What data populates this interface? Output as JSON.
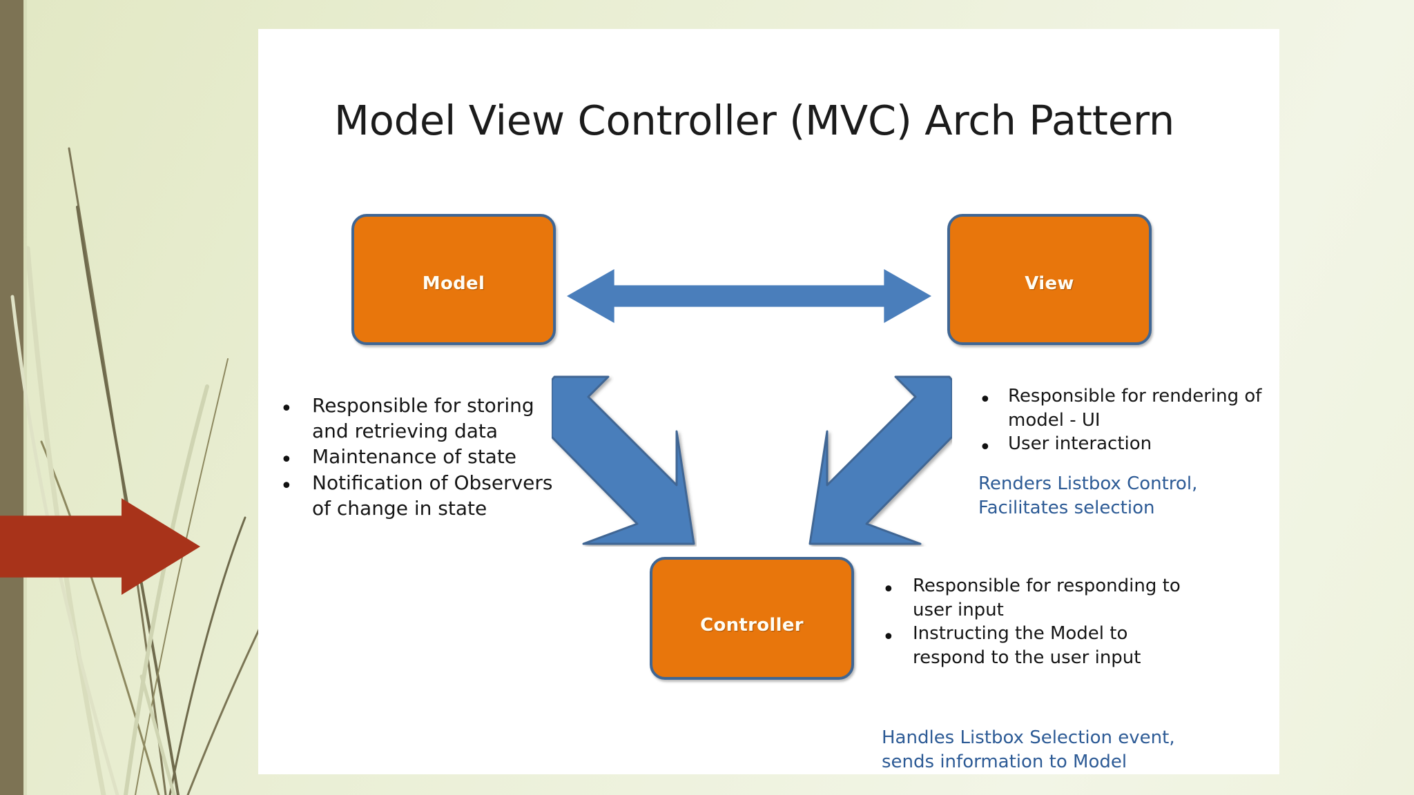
{
  "slide": {
    "title": "Model View Controller (MVC) Arch Pattern",
    "background_color": "#e9eed3",
    "panel_color": "#ffffff",
    "accent_orange": "#e8760c",
    "accent_blue": "#4a7ebb",
    "border_blue": "#3f6694",
    "note_blue": "#2c5a95",
    "rust_arrow_color": "#a8331a",
    "left_stripe_color": "#7d7354"
  },
  "boxes": {
    "model": "Model",
    "view": "View",
    "controller": "Controller"
  },
  "arrows": {
    "model_view": "double-headed-horizontal-arrow",
    "model_controller": "double-headed-diagonal-arrow",
    "view_controller": "double-headed-diagonal-arrow"
  },
  "model_bullets": [
    "Responsible for storing and retrieving data",
    "Maintenance of state",
    "Notification of Observers  of change in state"
  ],
  "view_bullets": [
    "Responsible for rendering of model - UI",
    "User interaction"
  ],
  "view_note": "Renders Listbox Control, Facilitates selection",
  "controller_bullets": [
    "Responsible for responding to user input",
    "Instructing the Model to respond to the user input"
  ],
  "controller_note": "Handles  Listbox Selection event, sends information to Model",
  "bullet_glyph": "•"
}
